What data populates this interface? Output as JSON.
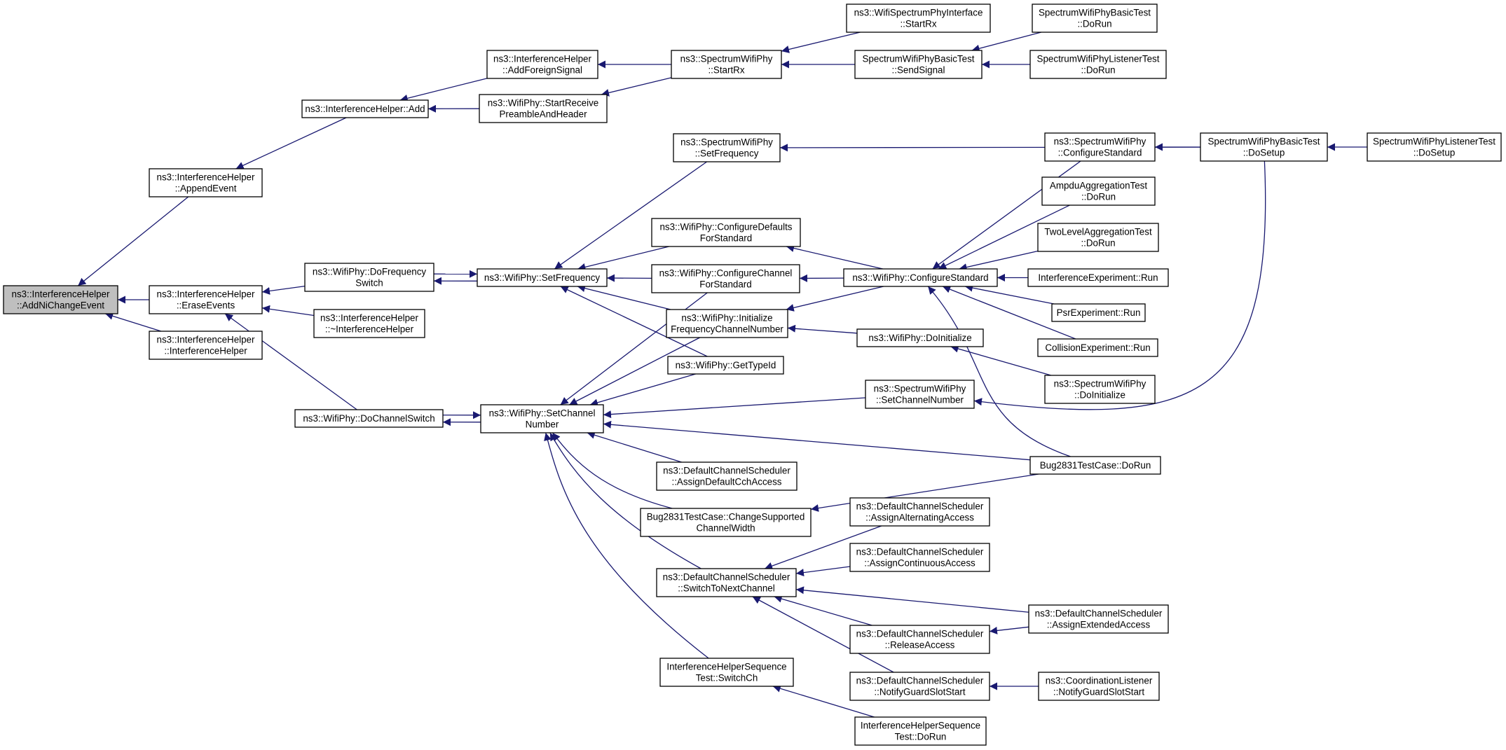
{
  "nodes": [
    {
      "id": "root",
      "lines": [
        "ns3::InterferenceHelper",
        "::AddNiChangeEvent"
      ],
      "root": true
    },
    {
      "id": "appendEvent",
      "lines": [
        "ns3::InterferenceHelper",
        "::AppendEvent"
      ]
    },
    {
      "id": "eraseEvents",
      "lines": [
        "ns3::InterferenceHelper",
        "::EraseEvents"
      ]
    },
    {
      "id": "ctorIH",
      "lines": [
        "ns3::InterferenceHelper",
        "::InterferenceHelper"
      ]
    },
    {
      "id": "ihAdd",
      "lines": [
        "ns3::InterferenceHelper::Add"
      ]
    },
    {
      "id": "addForeign",
      "lines": [
        "ns3::InterferenceHelper",
        "::AddForeignSignal"
      ]
    },
    {
      "id": "startRecv",
      "lines": [
        "ns3::WifiPhy::StartReceive",
        "PreambleAndHeader"
      ]
    },
    {
      "id": "swpStartRx",
      "lines": [
        "ns3::SpectrumWifiPhy",
        "::StartRx"
      ]
    },
    {
      "id": "wspiStartRx",
      "lines": [
        "ns3::WifiSpectrumPhyInterface",
        "::StartRx"
      ]
    },
    {
      "id": "sendSignal",
      "lines": [
        "SpectrumWifiPhyBasicTest",
        "::SendSignal"
      ]
    },
    {
      "id": "basicDoRun",
      "lines": [
        "SpectrumWifiPhyBasicTest",
        "::DoRun"
      ]
    },
    {
      "id": "listenerDoRun",
      "lines": [
        "SpectrumWifiPhyListenerTest",
        "::DoRun"
      ]
    },
    {
      "id": "doFreqSwitch",
      "lines": [
        "ns3::WifiPhy::DoFrequency",
        "Switch"
      ]
    },
    {
      "id": "dtorIH",
      "lines": [
        "ns3::InterferenceHelper",
        "::~InterferenceHelper"
      ]
    },
    {
      "id": "doChanSwitch",
      "lines": [
        "ns3::WifiPhy::DoChannelSwitch"
      ]
    },
    {
      "id": "setFreq",
      "lines": [
        "ns3::WifiPhy::SetFrequency"
      ]
    },
    {
      "id": "setChanNum",
      "lines": [
        "ns3::WifiPhy::SetChannel",
        "Number"
      ]
    },
    {
      "id": "swpSetFreq",
      "lines": [
        "ns3::SpectrumWifiPhy",
        "::SetFrequency"
      ]
    },
    {
      "id": "cfgDefaults",
      "lines": [
        "ns3::WifiPhy::ConfigureDefaults",
        "ForStandard"
      ]
    },
    {
      "id": "cfgChannel",
      "lines": [
        "ns3::WifiPhy::ConfigureChannel",
        "ForStandard"
      ]
    },
    {
      "id": "initFreq",
      "lines": [
        "ns3::WifiPhy::Initialize",
        "FrequencyChannelNumber"
      ]
    },
    {
      "id": "getTypeId",
      "lines": [
        "ns3::WifiPhy::GetTypeId"
      ]
    },
    {
      "id": "cfgStandard",
      "lines": [
        "ns3::WifiPhy::ConfigureStandard"
      ]
    },
    {
      "id": "doInit",
      "lines": [
        "ns3::WifiPhy::DoInitialize"
      ]
    },
    {
      "id": "swpCfgStd",
      "lines": [
        "ns3::SpectrumWifiPhy",
        "::ConfigureStandard"
      ]
    },
    {
      "id": "ampdu",
      "lines": [
        "AmpduAggregationTest",
        "::DoRun"
      ]
    },
    {
      "id": "twoLevel",
      "lines": [
        "TwoLevelAggregationTest",
        "::DoRun"
      ]
    },
    {
      "id": "interfExp",
      "lines": [
        "InterferenceExperiment::Run"
      ]
    },
    {
      "id": "psrExp",
      "lines": [
        "PsrExperiment::Run"
      ]
    },
    {
      "id": "collExp",
      "lines": [
        "CollisionExperiment::Run"
      ]
    },
    {
      "id": "swpDoInit",
      "lines": [
        "ns3::SpectrumWifiPhy",
        "::DoInitialize"
      ]
    },
    {
      "id": "basicDoSetup",
      "lines": [
        "SpectrumWifiPhyBasicTest",
        "::DoSetup"
      ]
    },
    {
      "id": "listenerDoSetup",
      "lines": [
        "SpectrumWifiPhyListenerTest",
        "::DoSetup"
      ]
    },
    {
      "id": "swpSetChan",
      "lines": [
        "ns3::SpectrumWifiPhy",
        "::SetChannelNumber"
      ]
    },
    {
      "id": "bugDoRun",
      "lines": [
        "Bug2831TestCase::DoRun"
      ]
    },
    {
      "id": "assignCch",
      "lines": [
        "ns3::DefaultChannelScheduler",
        "::AssignDefaultCchAccess"
      ]
    },
    {
      "id": "bugChange",
      "lines": [
        "Bug2831TestCase::ChangeSupported",
        "ChannelWidth"
      ]
    },
    {
      "id": "switchNext",
      "lines": [
        "ns3::DefaultChannelScheduler",
        "::SwitchToNextChannel"
      ]
    },
    {
      "id": "assignAlt",
      "lines": [
        "ns3::DefaultChannelScheduler",
        "::AssignAlternatingAccess"
      ]
    },
    {
      "id": "assignCont",
      "lines": [
        "ns3::DefaultChannelScheduler",
        "::AssignContinuousAccess"
      ]
    },
    {
      "id": "assignExt",
      "lines": [
        "ns3::DefaultChannelScheduler",
        "::AssignExtendedAccess"
      ]
    },
    {
      "id": "release",
      "lines": [
        "ns3::DefaultChannelScheduler",
        "::ReleaseAccess"
      ]
    },
    {
      "id": "notifyGuard",
      "lines": [
        "ns3::DefaultChannelScheduler",
        "::NotifyGuardSlotStart"
      ]
    },
    {
      "id": "coordNotify",
      "lines": [
        "ns3::CoordinationListener",
        "::NotifyGuardSlotStart"
      ]
    },
    {
      "id": "ihsSwitch",
      "lines": [
        "InterferenceHelperSequence",
        "Test::SwitchCh"
      ]
    },
    {
      "id": "ihsDoRun",
      "lines": [
        "InterferenceHelperSequence",
        "Test::DoRun"
      ]
    }
  ],
  "edges": [
    {
      "from": "appendEvent",
      "to": "root"
    },
    {
      "from": "eraseEvents",
      "to": "root"
    },
    {
      "from": "ctorIH",
      "to": "root"
    },
    {
      "from": "ihAdd",
      "to": "appendEvent"
    },
    {
      "from": "addForeign",
      "to": "ihAdd"
    },
    {
      "from": "startRecv",
      "to": "ihAdd"
    },
    {
      "from": "swpStartRx",
      "to": "addForeign"
    },
    {
      "from": "swpStartRx",
      "to": "startRecv"
    },
    {
      "from": "wspiStartRx",
      "to": "swpStartRx"
    },
    {
      "from": "sendSignal",
      "to": "swpStartRx"
    },
    {
      "from": "basicDoRun",
      "to": "sendSignal"
    },
    {
      "from": "listenerDoRun",
      "to": "sendSignal"
    },
    {
      "from": "doFreqSwitch",
      "to": "eraseEvents"
    },
    {
      "from": "dtorIH",
      "to": "eraseEvents"
    },
    {
      "from": "doChanSwitch",
      "to": "eraseEvents"
    },
    {
      "from": "setFreq",
      "to": "doFreqSwitch"
    },
    {
      "from": "doFreqSwitch",
      "to": "setFreq"
    },
    {
      "from": "setChanNum",
      "to": "doChanSwitch"
    },
    {
      "from": "doChanSwitch",
      "to": "setChanNum"
    },
    {
      "from": "swpSetFreq",
      "to": "setFreq"
    },
    {
      "from": "cfgDefaults",
      "to": "setFreq"
    },
    {
      "from": "cfgChannel",
      "to": "setFreq"
    },
    {
      "from": "initFreq",
      "to": "setFreq"
    },
    {
      "from": "getTypeId",
      "to": "setFreq"
    },
    {
      "from": "cfgChannel",
      "to": "setChanNum"
    },
    {
      "from": "initFreq",
      "to": "setChanNum"
    },
    {
      "from": "getTypeId",
      "to": "setChanNum"
    },
    {
      "from": "swpSetChan",
      "to": "setChanNum"
    },
    {
      "from": "bugDoRun",
      "to": "setChanNum"
    },
    {
      "from": "assignCch",
      "to": "setChanNum"
    },
    {
      "from": "bugChange",
      "to": "setChanNum"
    },
    {
      "from": "switchNext",
      "to": "setChanNum"
    },
    {
      "from": "ihsSwitch",
      "to": "setChanNum"
    },
    {
      "from": "basicDoSetup",
      "to": "swpSetFreq"
    },
    {
      "from": "cfgStandard",
      "to": "cfgDefaults"
    },
    {
      "from": "cfgStandard",
      "to": "cfgChannel"
    },
    {
      "from": "cfgStandard",
      "to": "initFreq"
    },
    {
      "from": "doInit",
      "to": "initFreq"
    },
    {
      "from": "swpCfgStd",
      "to": "cfgStandard"
    },
    {
      "from": "ampdu",
      "to": "cfgStandard"
    },
    {
      "from": "twoLevel",
      "to": "cfgStandard"
    },
    {
      "from": "interfExp",
      "to": "cfgStandard"
    },
    {
      "from": "psrExp",
      "to": "cfgStandard"
    },
    {
      "from": "collExp",
      "to": "cfgStandard"
    },
    {
      "from": "bugDoRun",
      "to": "cfgStandard"
    },
    {
      "from": "basicDoSetup",
      "to": "swpCfgStd"
    },
    {
      "from": "listenerDoSetup",
      "to": "basicDoSetup"
    },
    {
      "from": "swpDoInit",
      "to": "doInit"
    },
    {
      "from": "basicDoSetup",
      "to": "swpSetChan"
    },
    {
      "from": "bugDoRun",
      "to": "bugChange"
    },
    {
      "from": "assignAlt",
      "to": "switchNext"
    },
    {
      "from": "assignCont",
      "to": "switchNext"
    },
    {
      "from": "assignExt",
      "to": "switchNext"
    },
    {
      "from": "release",
      "to": "switchNext"
    },
    {
      "from": "notifyGuard",
      "to": "switchNext"
    },
    {
      "from": "assignExt",
      "to": "release"
    },
    {
      "from": "coordNotify",
      "to": "notifyGuard"
    },
    {
      "from": "ihsDoRun",
      "to": "ihsSwitch"
    }
  ],
  "colors": {
    "edge": "#191970",
    "root_fill": "#bfbfbf",
    "node_fill": "#ffffff",
    "border": "#000000"
  }
}
